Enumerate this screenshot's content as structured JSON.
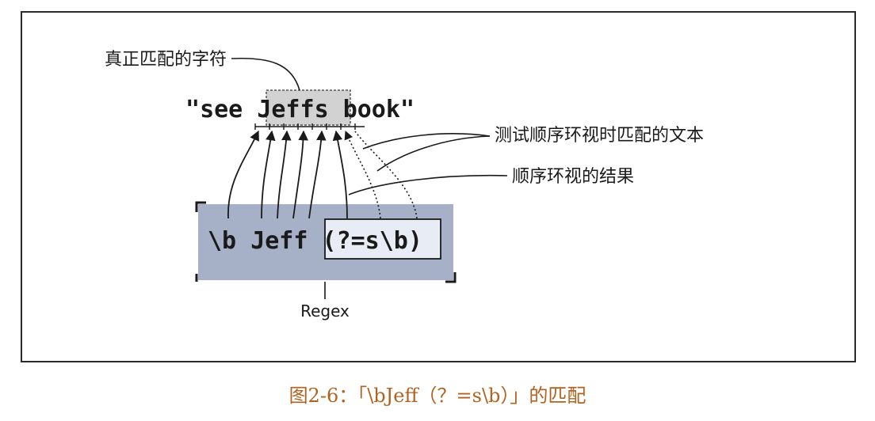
{
  "diagram": {
    "top_label": "真正匹配的字符",
    "target_string": {
      "quote_open": "\"",
      "see": "see",
      "highlighted": "Jeff",
      "lookahead_char": "s",
      "book": "book",
      "quote_close": "\""
    },
    "regex_parts": {
      "word_boundary": "\\b",
      "literal": "Jeff",
      "lookahead": "(?=s\\b)"
    },
    "label_lookahead_text": "测试顺序环视时匹配的文本",
    "label_lookahead_result": "顺序环视的结果",
    "label_regex": "Regex"
  },
  "caption": "图2-6：「\\bJeff（？=s\\b）」的匹配",
  "colors": {
    "regex_box_fill": "#a6b1c8",
    "match_highlight": "#d2d2d2",
    "lookahead_box_fill": "#e8ecf4",
    "caption_color": "#b2621f"
  }
}
